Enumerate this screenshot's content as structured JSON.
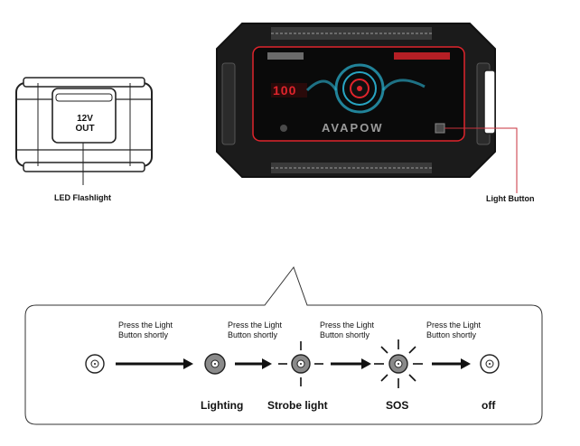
{
  "top": {
    "side_device_print": "12V OUT",
    "screen_number": "100",
    "screen_brand": "AVAPOW",
    "label_flashlight": "LED Flashlight",
    "label_light_button": "Light Button"
  },
  "flow": {
    "steps": [
      {
        "instruction_line1": "Press the Light",
        "instruction_line2": "Button shortly"
      },
      {
        "instruction_line1": "Press the Light",
        "instruction_line2": "Button shortly"
      },
      {
        "instruction_line1": "Press the Light",
        "instruction_line2": "Button shortly"
      },
      {
        "instruction_line1": "Press the Light",
        "instruction_line2": "Button shortly"
      }
    ],
    "states": [
      "Lighting",
      "Strobe light",
      "SOS",
      "off"
    ]
  },
  "colors": {
    "line": "#222222",
    "leader": "#c8323c",
    "device_dark": "#1b1b1b",
    "device_mid": "#3a3a3a",
    "screen_red": "#e0242c",
    "screen_cyan": "#2bb6d6",
    "lamp_gray": "#8a8a8a"
  }
}
